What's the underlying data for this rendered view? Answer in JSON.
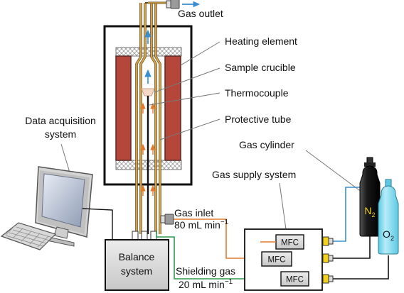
{
  "labels": {
    "gas_outlet": "Gas outlet",
    "heating_element": "Heating element",
    "sample_crucible": "Sample crucible",
    "thermocouple": "Thermocouple",
    "protective_tube": "Protective tube",
    "gas_cylinder": "Gas cylinder",
    "gas_supply_system": "Gas supply system",
    "data_acquisition_line1": "Data acquisition",
    "data_acquisition_line2": "system",
    "gas_inlet_line1": "Gas inlet",
    "gas_inlet_line2": "80 mL min",
    "gas_inlet_sup": "−1",
    "shielding_line1": "Shielding gas",
    "shielding_line2": "20 mL min",
    "shielding_sup": "−1",
    "balance_line1": "Balance",
    "balance_line2": "system",
    "mfc": "MFC",
    "n2": "N",
    "n2_sub": "2",
    "o2": "O",
    "o2_sub": "2"
  },
  "colors": {
    "heater": "#b5473a",
    "tube_gold": "#d4a247",
    "gas_orange": "#e07a2e",
    "gas_blue": "#3a8fd0",
    "cylinder_black": "#111111",
    "cylinder_cyan": "#7fd8ec",
    "connector_yellow": "#f2d21a"
  },
  "icons": [
    "valve-icon",
    "arrow-icon",
    "computer-icon",
    "keyboard-icon",
    "gas-cylinder-icon"
  ]
}
